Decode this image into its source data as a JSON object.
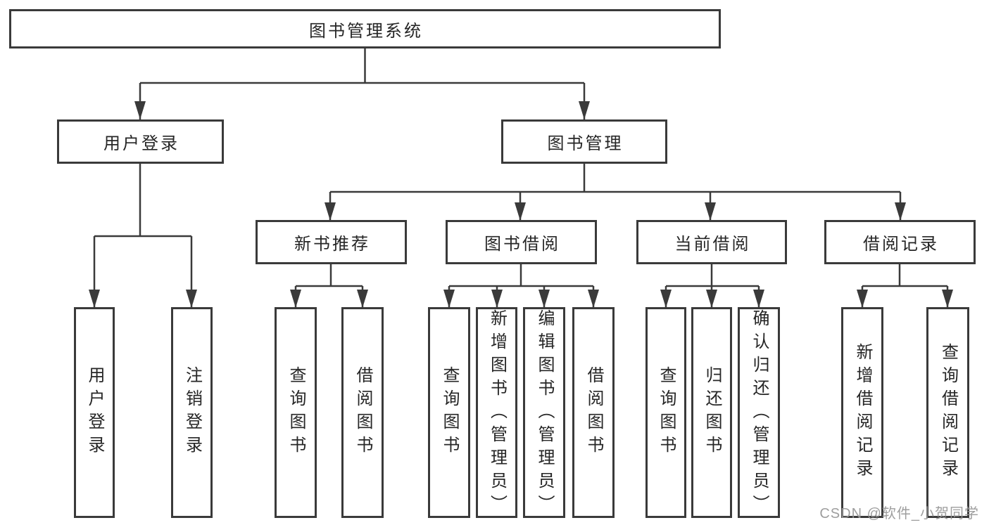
{
  "tree": {
    "root": {
      "label": "图书管理系统"
    },
    "branches": [
      {
        "label": "用户登录",
        "children": [
          {
            "label": "用户登录"
          },
          {
            "label": "注销登录"
          }
        ]
      },
      {
        "label": "图书管理",
        "children": [
          {
            "label": "新书推荐",
            "children": [
              {
                "label": "查询图书"
              },
              {
                "label": "借阅图书"
              }
            ]
          },
          {
            "label": "图书借阅",
            "children": [
              {
                "label": "查询图书"
              },
              {
                "label": "新增图书（管理员）"
              },
              {
                "label": "编辑图书（管理员）"
              },
              {
                "label": "借阅图书"
              }
            ]
          },
          {
            "label": "当前借阅",
            "children": [
              {
                "label": "查询图书"
              },
              {
                "label": "归还图书"
              },
              {
                "label": "确认归还（管理员）"
              }
            ]
          },
          {
            "label": "借阅记录",
            "children": [
              {
                "label": "新增借阅记录"
              },
              {
                "label": "查询借阅记录"
              }
            ]
          }
        ]
      }
    ]
  },
  "watermark": {
    "text": "CSDN @软件_小贺同学"
  },
  "colors": {
    "line": "#3a3a3a",
    "box_border": "#3a3a3a",
    "box_background": "#ffffff",
    "text": "#262626",
    "watermark": "#969696"
  }
}
